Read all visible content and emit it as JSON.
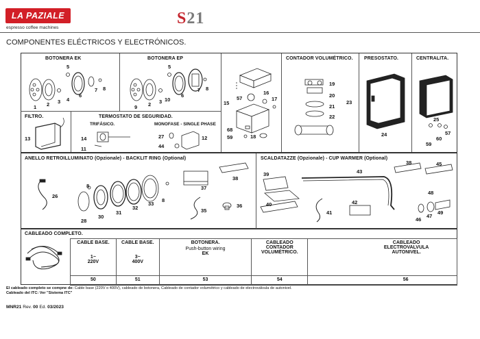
{
  "header": {
    "logo_text": "LA PAZIALE",
    "logo_sub": "espresso coffee machines",
    "model_letter": "S",
    "model_number": "21",
    "page_title": "COMPONENTES ELÉCTRICOS Y ELECTRÓNICOS."
  },
  "sections": {
    "botonera_ek": "BOTONERA EK",
    "botonera_ep": "BOTONERA EP",
    "contador": "CONTADOR VOLUMÉTRICO.",
    "presostato": "PRESOSTATO.",
    "centralita": "CENTRALITA.",
    "filtro": "FILTRO.",
    "termostato": "TERMOSTATO DE SEGURIDAD.",
    "trifasico": "TRIFÁSICO.",
    "monofase": "MONOFASE - SINGLE PHASE",
    "anello": "ANELLO RETROILLUMINATO (Opzionale) - BACKLIT RING (Optional)",
    "scaldatazze": "SCALDATAZZE (Opzionale) - CUP WARMER (Optional)",
    "cableado": "CABLEADO COMPLETO."
  },
  "parts": {
    "ek": [
      "1",
      "2",
      "3",
      "4",
      "5",
      "6",
      "7",
      "8"
    ],
    "ep": [
      "9",
      "2",
      "3",
      "10",
      "5",
      "6",
      "7",
      "8"
    ],
    "center": [
      "15",
      "16",
      "17",
      "18",
      "57",
      "59",
      "68"
    ],
    "contador": [
      "19",
      "20",
      "21",
      "22",
      "23"
    ],
    "presostato": [
      "24"
    ],
    "centralita": [
      "25",
      "57",
      "59",
      "60"
    ],
    "filtro": [
      "13"
    ],
    "trifasico": [
      "14",
      "11"
    ],
    "monofase": [
      "27",
      "44",
      "12"
    ],
    "anello": [
      "26",
      "8",
      "28",
      "30",
      "31",
      "32",
      "33",
      "8",
      "37",
      "38",
      "35",
      "36"
    ],
    "scaldatazze": [
      "39",
      "40",
      "43",
      "38",
      "45",
      "41",
      "42",
      "48",
      "46",
      "47",
      "49"
    ]
  },
  "cable_table": {
    "c1_label": "CABLE BASE.",
    "c1_value1": "1~",
    "c1_value2": "220V",
    "c2_label": "CABLE BASE.",
    "c2_value1": "3~",
    "c2_value2": "400V",
    "c3_label": "BOTONERA.",
    "c3_sub": "Push-button wiring",
    "c3_value": "EK",
    "c4_label1": "CABLEADO",
    "c4_label2": "CONTADOR",
    "c4_label3": "VOLUMÉTRICO.",
    "c5_label1": "CABLEADO",
    "c5_label2": "ELECTROVALVULA",
    "c5_label3": "AUTONIVEL.",
    "codes": [
      "50",
      "51",
      "53",
      "54",
      "56"
    ]
  },
  "notes": {
    "note1_bold": "El cableado completo se compne de:",
    "note1_text": "Cable base (220V o 400V), cableado de botonera, Cableado de contador volumétrico y cableado de electroválvula de autonivel.",
    "note2": "Cableado del ITC: Ver \"Sistema ITC\""
  },
  "footer": {
    "code": "MNR21",
    "rev_label": "Rev.",
    "rev": "00",
    "ed_label": "Ed.",
    "ed": "03/2023"
  },
  "colors": {
    "brand_red": "#d21f27",
    "model_grey": "#7a7a7a"
  }
}
